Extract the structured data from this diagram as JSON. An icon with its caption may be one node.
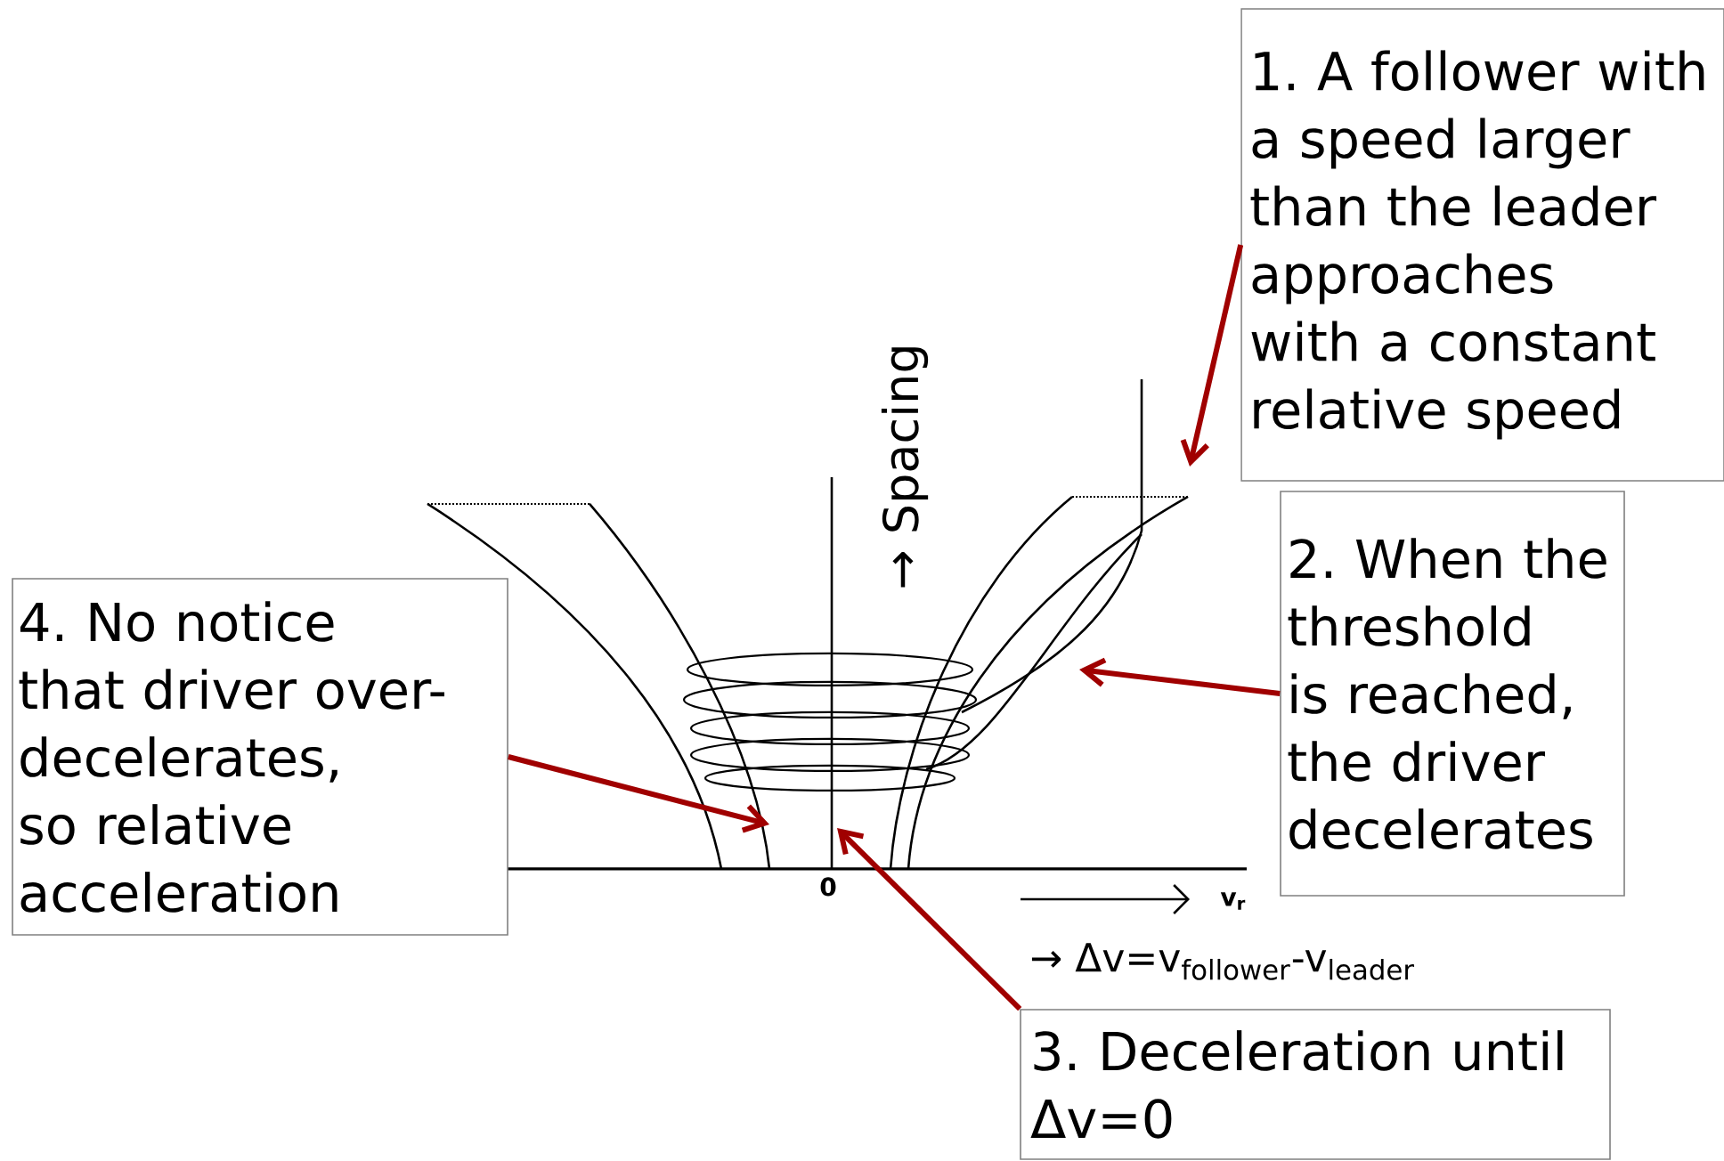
{
  "diagram": {
    "nodes": [
      {
        "text": [
          "1. A follower with a speed larger than the leader approaches with a constant relative speed"
        ]
      },
      {
        "text": [
          "2. When the threshold is reached, the driver decelerates"
        ]
      },
      {
        "text": [
          "3. Deceleration until Δv=0"
        ]
      },
      {
        "text": [
          "4. No notice that driver over-decelerates, so relative acceleration"
        ]
      }
    ],
    "edges": [
      {
        "from": 0,
        "to": null,
        "arrow": "to"
      },
      {
        "from": 1,
        "to": null,
        "arrow": "to"
      },
      {
        "from": 2,
        "to": null,
        "arrow": "to"
      },
      {
        "from": 3,
        "to": null,
        "arrow": "to"
      }
    ],
    "labels": [
      "→ Spacing",
      "0",
      "v$_{r}$",
      "→ Δv=v$_{follower}$-v$_{leader}$"
    ]
  }
}
